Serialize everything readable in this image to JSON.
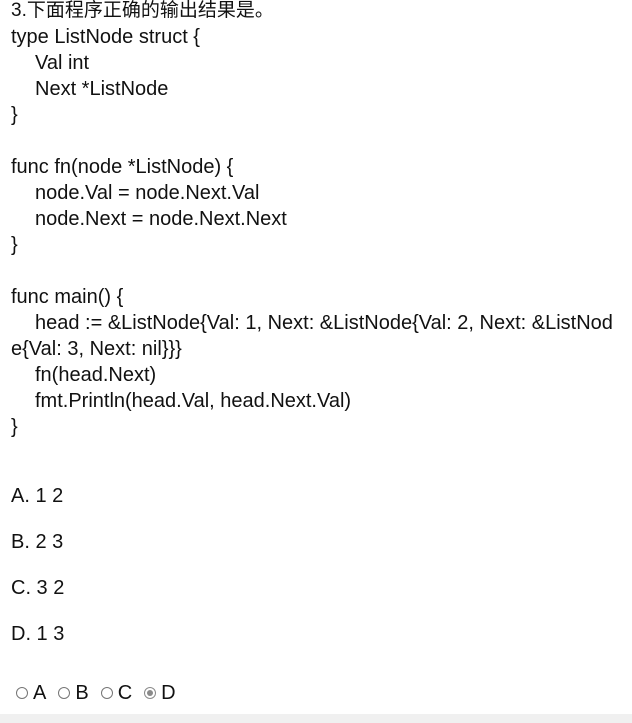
{
  "question": {
    "title": "3.下面程序正确的输出结果是。",
    "code_lines": [
      "type ListNode struct {",
      "Val int",
      "Next *ListNode",
      "}",
      "",
      "func fn(node *ListNode) {",
      "node.Val = node.Next.Val",
      "node.Next = node.Next.Next",
      "}",
      "",
      "func main() {",
      "head := &ListNode{Val: 1, Next: &ListNode{Val: 2, Next: &ListNode{Val: 3, Next: nil}}}",
      "fn(head.Next)",
      "fmt.Println(head.Val, head.Next.Val)",
      "}"
    ]
  },
  "options": [
    "A. 1 2",
    "B. 2 3",
    "C. 3 2",
    "D. 1 3"
  ],
  "answers": [
    {
      "label": "A",
      "checked": false
    },
    {
      "label": "B",
      "checked": false
    },
    {
      "label": "C",
      "checked": false
    },
    {
      "label": "D",
      "checked": true
    }
  ]
}
